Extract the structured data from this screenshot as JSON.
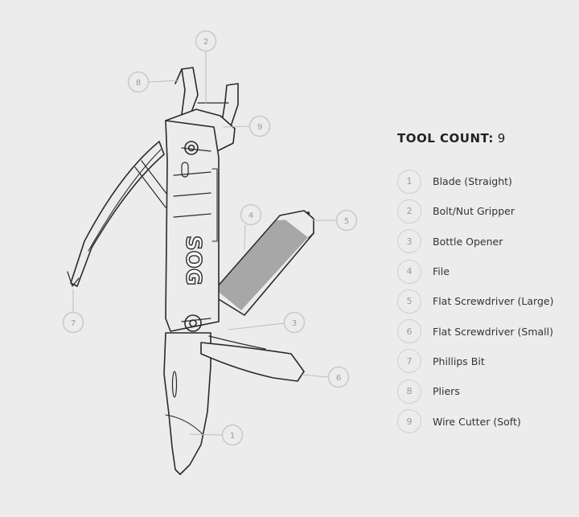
{
  "title": {
    "label": "TOOL COUNT:",
    "count": "9"
  },
  "tools": [
    {
      "number": "1",
      "name": "Blade (Straight)"
    },
    {
      "number": "2",
      "name": "Bolt/Nut Gripper"
    },
    {
      "number": "3",
      "name": "Bottle Opener"
    },
    {
      "number": "4",
      "name": "File"
    },
    {
      "number": "5",
      "name": "Flat Screwdriver (Large)"
    },
    {
      "number": "6",
      "name": "Flat Screwdriver (Small)"
    },
    {
      "number": "7",
      "name": "Phillips Bit"
    },
    {
      "number": "8",
      "name": "Pliers"
    },
    {
      "number": "9",
      "name": "Wire Cutter (Soft)"
    }
  ],
  "brand": {
    "logo_text": "SOG"
  },
  "diagram_callouts": [
    "2",
    "8",
    "9",
    "4",
    "5",
    "3",
    "6",
    "7",
    "1"
  ]
}
